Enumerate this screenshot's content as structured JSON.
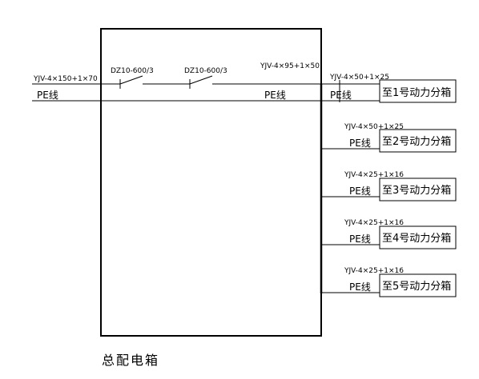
{
  "diagram": {
    "incoming_cable": "YJV-4×150+1×70",
    "incoming_pe": "PE线",
    "breaker_1": "DZ10-600/3",
    "breaker_2": "DZ10-600/3",
    "main_bus_cable": "YJV-4×95+1×50",
    "main_bus_pe": "PE线",
    "box_title": "总配电箱",
    "branches": [
      {
        "cable": "YJV-4×50+1×25",
        "pe": "PE线",
        "target": "至1号动力分箱"
      },
      {
        "cable": "YJV-4×50+1×25",
        "pe": "PE线",
        "target": "至2号动力分箱"
      },
      {
        "cable": "YJV-4×25+1×16",
        "pe": "PE线",
        "target": "至3号动力分箱"
      },
      {
        "cable": "YJV-4×25+1×16",
        "pe": "PE线",
        "target": "至4号动力分箱"
      },
      {
        "cable": "YJV-4×25+1×16",
        "pe": "PE线",
        "target": "至5号动力分箱"
      }
    ]
  }
}
